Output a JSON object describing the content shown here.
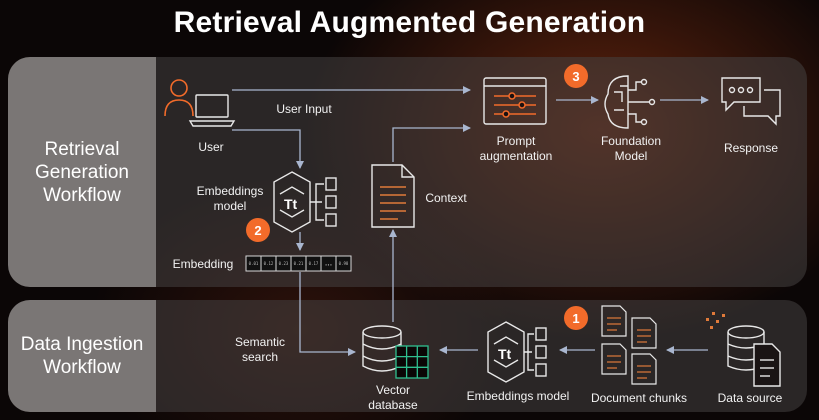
{
  "title": "Retrieval Augmented Generation",
  "bands": {
    "retrieval": "Retrieval\nGeneration\nWorkflow",
    "ingestion": "Data Ingestion\nWorkflow"
  },
  "labels": {
    "user": "User",
    "user_input": "User Input",
    "embeddings_model_top": "Embeddings\nmodel",
    "embedding": "Embedding",
    "context": "Context",
    "prompt_augmentation": "Prompt\naugmentation",
    "foundation_model": "Foundation\nModel",
    "response": "Response",
    "semantic_search": "Semantic\nsearch",
    "vector_database": "Vector\ndatabase",
    "embeddings_model_bottom": "Embeddings model",
    "document_chunks": "Document chunks",
    "data_source": "Data source"
  },
  "badges": [
    "1",
    "2",
    "3"
  ],
  "embedding_cells": [
    "0.01",
    "0.12",
    "0.23",
    "0.21",
    "0.17",
    "•••",
    "0.98"
  ],
  "colors": {
    "accent": "#f26b2a",
    "arrow": "#a9b6cf",
    "vector_db_grid": "#2fbf8f",
    "document_lines": "#e07a3a"
  }
}
